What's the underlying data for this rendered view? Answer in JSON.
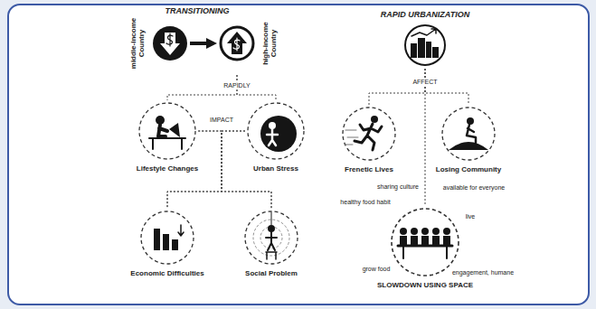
{
  "diagram": {
    "nodes": [
      {
        "text": [
          "middle-income Country"
        ]
      },
      {
        "text": [
          "high-income Country"
        ]
      },
      {
        "text": [
          "Lifestyle Changes"
        ]
      },
      {
        "text": [
          "Urban Stress"
        ]
      },
      {
        "text": [
          "Economic Difficulties"
        ]
      },
      {
        "text": [
          "Social Problem"
        ]
      },
      {
        "text": [
          "RAPID URBANIZATION"
        ]
      },
      {
        "text": [
          "Frenetic Lives"
        ]
      },
      {
        "text": [
          "Losing Community"
        ]
      },
      {
        "text": [
          "SLOWDOWN USING SPACE"
        ]
      }
    ],
    "edges": [
      {
        "from": 0,
        "to": 1,
        "arrow": "to"
      },
      {
        "from": 1,
        "to": 2,
        "arrow": "none"
      },
      {
        "from": 1,
        "to": 3,
        "arrow": "none"
      },
      {
        "from": 2,
        "to": 4,
        "arrow": "none"
      },
      {
        "from": 2,
        "to": 5,
        "arrow": "none"
      },
      {
        "from": 3,
        "to": 4,
        "arrow": "none"
      },
      {
        "from": 3,
        "to": 5,
        "arrow": "none"
      },
      {
        "from": 6,
        "to": 7,
        "arrow": "none"
      },
      {
        "from": 6,
        "to": 8,
        "arrow": "none"
      },
      {
        "from": 6,
        "to": 9,
        "arrow": "none"
      }
    ],
    "labels": [
      "TRANSITIONING",
      "RAPIDLY",
      "IMPACT",
      "AFFECT",
      "sharing culture",
      "available for everyone",
      "healthy food habit",
      "live",
      "grow food",
      "engagement, humane"
    ]
  }
}
